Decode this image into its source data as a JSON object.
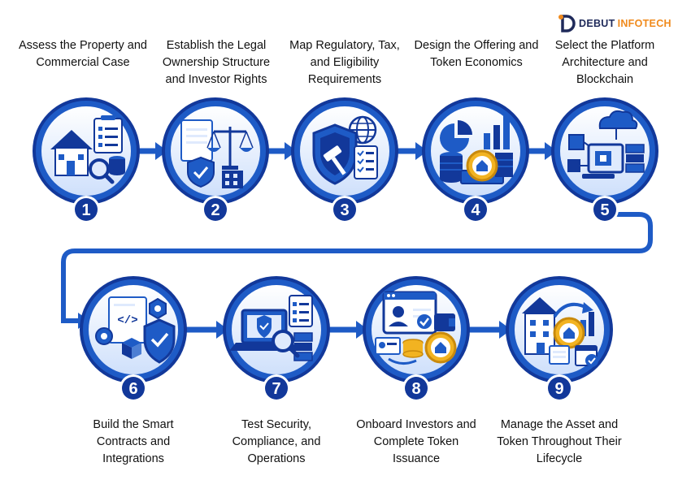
{
  "brand": {
    "name_part1": "DEBUT",
    "name_part2": "INFOTECH",
    "accent": "#f08a1c",
    "dark": "#1f2a5a"
  },
  "colors": {
    "primary": "#1e5bc6",
    "dark": "#12389a",
    "light": "#dfeafd",
    "gold": "#f2b321"
  },
  "steps": [
    {
      "number": "1",
      "label": "Assess the Property and Commercial Case",
      "icon": "house-checklist-icon"
    },
    {
      "number": "2",
      "label": "Establish the Legal Ownership Structure and Investor Rights",
      "icon": "legal-scales-icon"
    },
    {
      "number": "3",
      "label": "Map Regulatory, Tax, and Eligibility Requirements",
      "icon": "regulatory-shield-icon"
    },
    {
      "number": "4",
      "label": "Design the Offering and Token Economics",
      "icon": "token-economics-icon"
    },
    {
      "number": "5",
      "label": "Select the Platform Architecture and Blockchain",
      "icon": "blockchain-platform-icon"
    },
    {
      "number": "6",
      "label": "Build the Smart Contracts and Integrations",
      "icon": "smart-contract-icon"
    },
    {
      "number": "7",
      "label": "Test Security, Compliance, and Operations",
      "icon": "security-test-icon"
    },
    {
      "number": "8",
      "label": "Onboard Investors and Complete Token Issuance",
      "icon": "investor-onboarding-icon"
    },
    {
      "number": "9",
      "label": "Manage the Asset and Token Throughout Their Lifecycle",
      "icon": "asset-lifecycle-icon"
    }
  ]
}
